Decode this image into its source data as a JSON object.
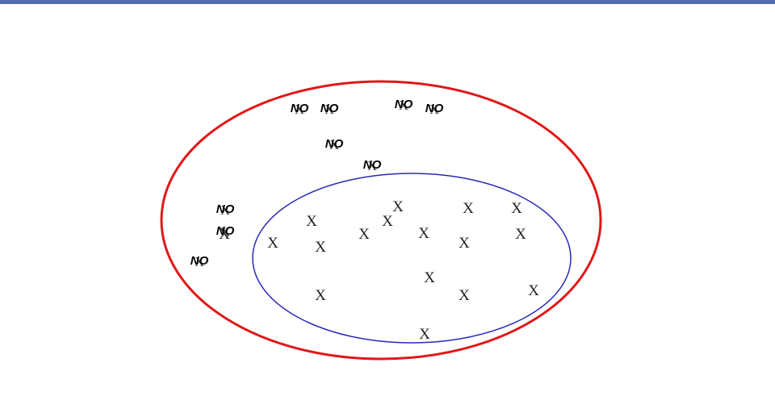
{
  "colors": {
    "top_bar": "#4f6eb4",
    "outer_set": "#e01818",
    "inner_set": "#2a2ab4",
    "mark": "#222222"
  },
  "diagram": {
    "outer_set": {
      "shape": "ellipse",
      "color": "#e01818"
    },
    "inner_set": {
      "shape": "ellipse",
      "color": "#2a2ab4"
    },
    "x_marks": [
      "X",
      "X",
      "X",
      "X",
      "X",
      "X",
      "X",
      "X",
      "X",
      "X",
      "X",
      "X",
      "X",
      "X",
      "X",
      "X",
      "X"
    ],
    "no_labels": [
      {
        "text": "NO",
        "overstruck": "X"
      },
      {
        "text": "NO",
        "overstruck": "X"
      },
      {
        "text": "NO",
        "overstruck": "X"
      },
      {
        "text": "NO",
        "overstruck": "X"
      },
      {
        "text": "NO",
        "overstruck": "X"
      },
      {
        "text": "NO",
        "overstruck": "X"
      },
      {
        "text": "NO",
        "overstruck": "X"
      },
      {
        "text": "NO",
        "overstruck": "X"
      },
      {
        "text": "NO",
        "overstruck": "X"
      }
    ]
  }
}
